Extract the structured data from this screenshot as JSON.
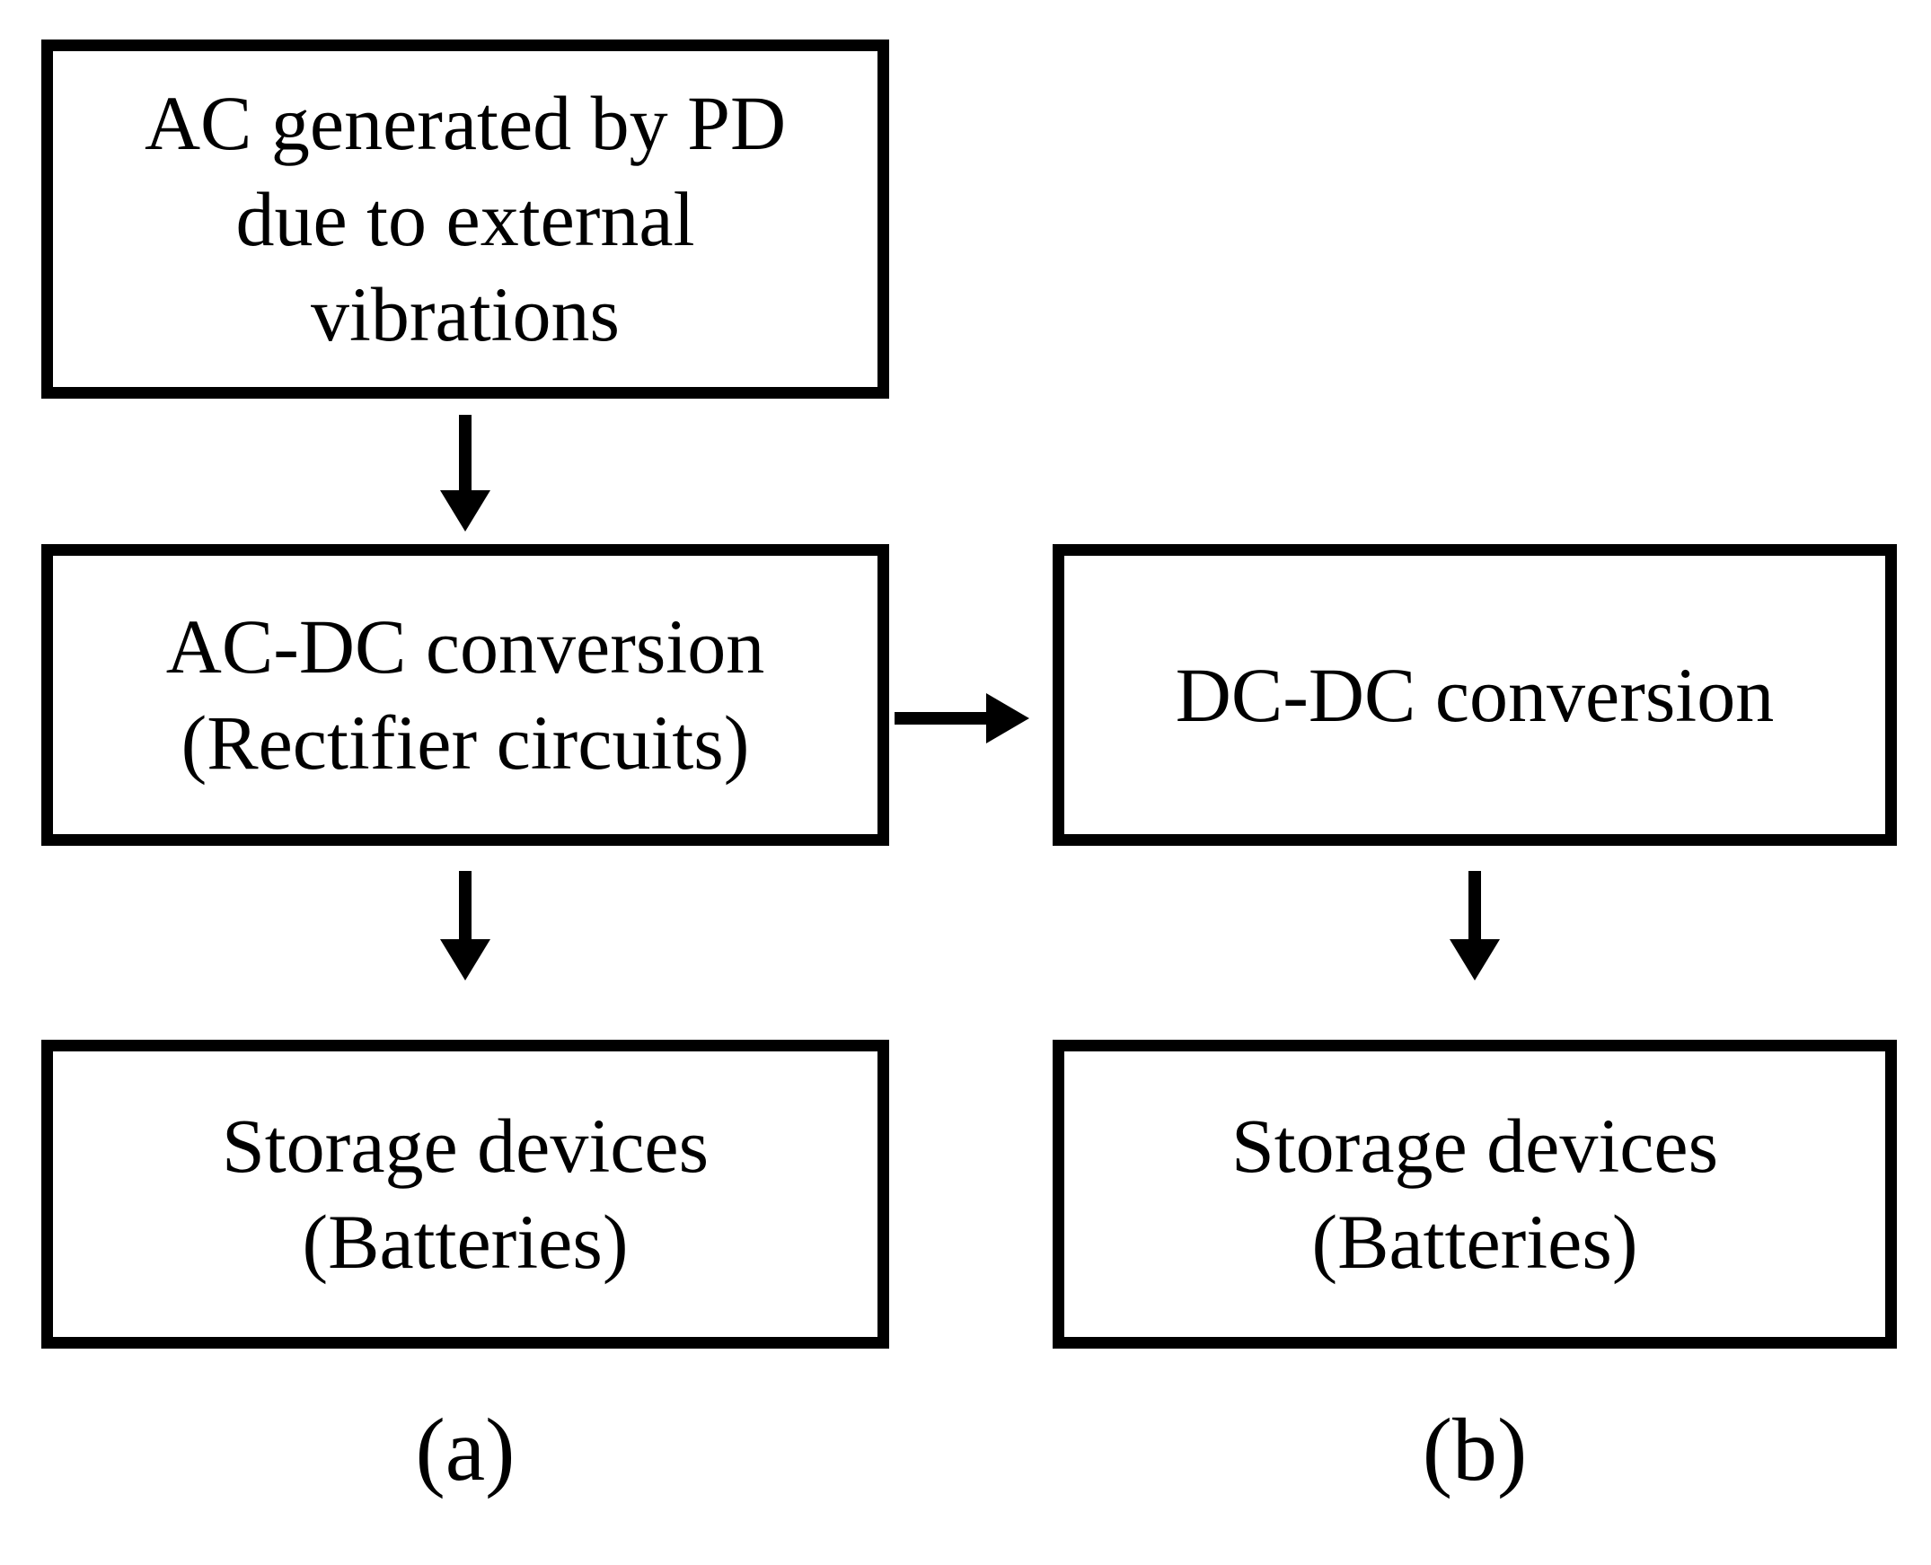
{
  "colors": {
    "background": "#ffffff",
    "stroke": "#000000",
    "text": "#000000"
  },
  "diagram": {
    "left_column": {
      "source_box": {
        "lines": [
          "AC generated by PD",
          "due to external",
          "vibrations"
        ]
      },
      "conversion_box": {
        "lines": [
          "AC-DC conversion",
          "(Rectifier circuits)"
        ]
      },
      "storage_box": {
        "lines": [
          "Storage devices",
          "(Batteries)"
        ]
      },
      "caption": "(a)"
    },
    "right_column": {
      "conversion_box": {
        "lines": [
          "DC-DC conversion"
        ]
      },
      "storage_box": {
        "lines": [
          "Storage devices",
          "(Batteries)"
        ]
      },
      "caption": "(b)"
    },
    "connections": [
      {
        "from": "ac-source-box",
        "to": "ac-dc-conversion-box",
        "direction": "down"
      },
      {
        "from": "ac-dc-conversion-box",
        "to": "storage-devices-box-a",
        "direction": "down"
      },
      {
        "from": "ac-dc-conversion-box",
        "to": "dc-dc-conversion-box",
        "direction": "right"
      },
      {
        "from": "dc-dc-conversion-box",
        "to": "storage-devices-box-b",
        "direction": "down"
      }
    ]
  }
}
